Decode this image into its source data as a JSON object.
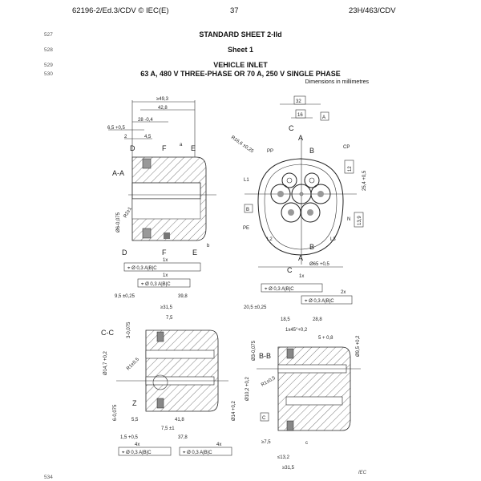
{
  "header": {
    "left": "62196-2/Ed.3/CDV © IEC(E)",
    "page": "37",
    "right": "23H/463/CDV"
  },
  "line_numbers": [
    "527",
    "528",
    "529",
    "530",
    "534"
  ],
  "titles": {
    "standard_sheet": "STANDARD SHEET 2-IId",
    "sheet": "Sheet 1",
    "product": "VEHICLE INLET",
    "rating": "63 A, 480 V THREE-PHASE OR 70 A, 250 V SINGLE PHASE"
  },
  "dimensions_note": "Dimensions in millimetres",
  "source": "IEC",
  "tolerance_frame": {
    "symbol": "⌖",
    "tol": "Ø 0,3",
    "datums": [
      "A",
      "B",
      "C"
    ]
  },
  "view_aa": {
    "section": "A-A",
    "dims": [
      "≥49,3",
      "42,8",
      "28 -0,4",
      "6,5 +0,5",
      "2",
      "4,5",
      "Ø6-0,075",
      "R2±1"
    ],
    "cuts": [
      "D",
      "F",
      "E",
      "D",
      "F",
      "E"
    ],
    "notes": [
      "a",
      "b"
    ],
    "count": [
      "1x",
      "1x"
    ]
  },
  "view_front": {
    "dims": [
      "32",
      "16",
      "R16,6 ±0,25",
      "12",
      "25,4 +0,5",
      "13,9",
      "Ø65 +0,5"
    ],
    "datums": [
      "A",
      "B",
      "C"
    ],
    "pins": [
      "PP",
      "CP",
      "L1",
      "N",
      "PE",
      "L2",
      "L3"
    ],
    "cuts": [
      "C",
      "A",
      "B",
      "B",
      "A",
      "C"
    ],
    "count": "1x"
  },
  "view_cc": {
    "section": "C-C",
    "dims": [
      "9,5 ±0,25",
      "39,8",
      "≥31,5",
      "7,5",
      "3-0,075",
      "Ø14,7 +0,2",
      "R1±0,5",
      "6-0,075",
      "5,5",
      "41,8",
      "7,5 ±1",
      "1,5 +0,5",
      "37,8",
      "Ø14 +0,2"
    ],
    "detail": "Z",
    "count": [
      "4x",
      "4x"
    ]
  },
  "view_bb": {
    "section": "B-B",
    "dims": [
      "20,5 ±0,25",
      "18,5",
      "28,8",
      "1x45°+0,2",
      "5 + 0,8",
      "Ø3-0,075",
      "Ø9,5 +0,2",
      "R1±0,5",
      "Ø10,2 +0,2",
      "≥7,5",
      "≤13,2",
      "≥31,5"
    ],
    "datum": "C",
    "note": "c",
    "count": "2x"
  }
}
